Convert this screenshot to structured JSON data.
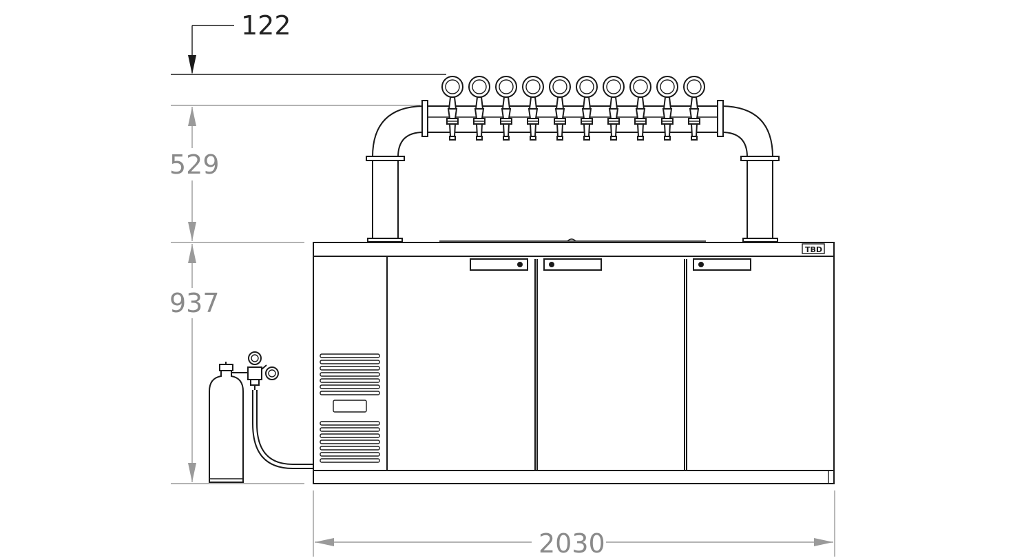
{
  "dimensions": {
    "top_offset": "122",
    "tower_height": "529",
    "cabinet_height": "937",
    "cabinet_width": "2030"
  },
  "brand_label": "TBD",
  "tap_count": 10,
  "colors": {
    "line": "#1a1a1a",
    "dimension_line": "#9a9a9a",
    "background": "#ffffff"
  }
}
